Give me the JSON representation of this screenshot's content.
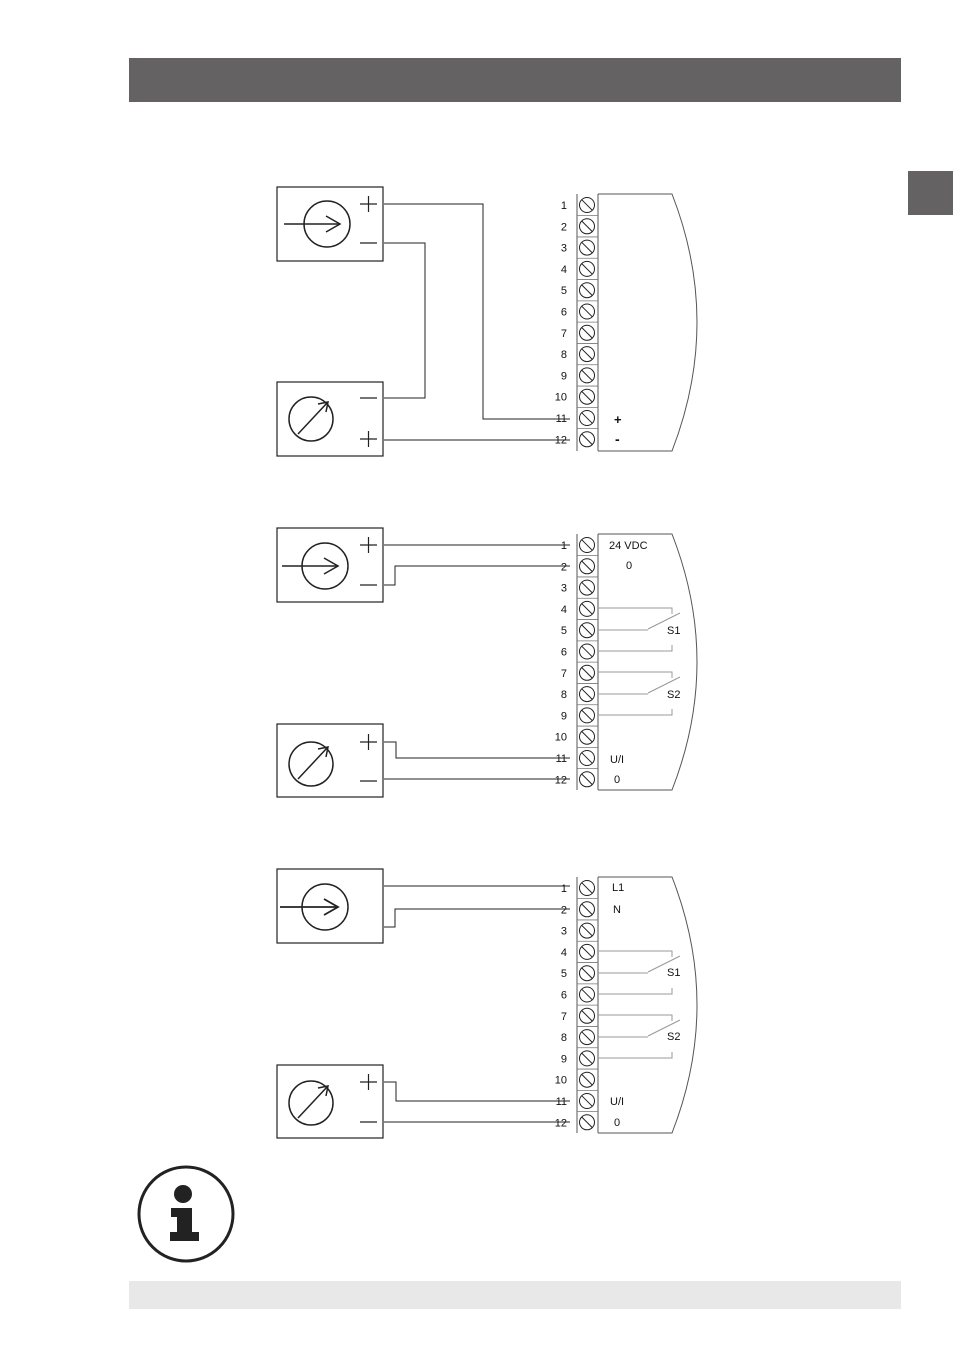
{
  "colors": {
    "header_bar": "#646262",
    "footer_bar": "#e8e8e8",
    "line": "#222222"
  },
  "terminal_numbers": [
    "1",
    "2",
    "3",
    "4",
    "5",
    "6",
    "7",
    "8",
    "9",
    "10",
    "11",
    "12"
  ],
  "diagram_1": {
    "label_plus": "+",
    "label_minus": "-"
  },
  "diagram_2": {
    "label_supply": "24 VDC",
    "label_zero": "0",
    "label_s1": "S1",
    "label_s2": "S2",
    "label_signal": "U/I",
    "label_signal_zero": "0"
  },
  "diagram_3": {
    "label_l1": "L1",
    "label_n": "N",
    "label_s1": "S1",
    "label_s2": "S2",
    "label_signal": "U/I",
    "label_signal_zero": "0"
  },
  "icons": {
    "source": "current-source-icon",
    "meter": "meter-icon",
    "terminal": "screw-terminal-icon",
    "info": "info-icon"
  }
}
